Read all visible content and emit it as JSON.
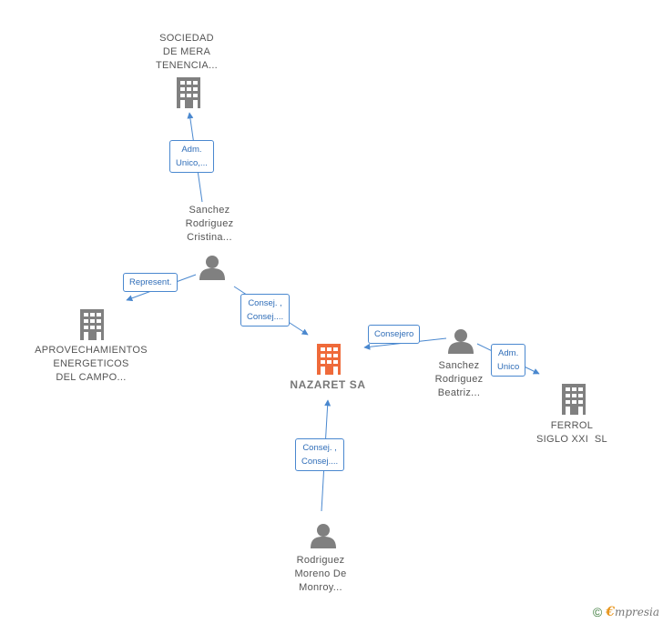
{
  "nodes": {
    "sociedad_mera": {
      "type": "company",
      "lines": [
        "SOCIEDAD",
        "DE MERA",
        "TENENCIA..."
      ]
    },
    "sanchez_cristina": {
      "type": "person",
      "lines": [
        "Sanchez",
        "Rodriguez",
        "Cristina..."
      ]
    },
    "aprovechamientos": {
      "type": "company",
      "lines": [
        "APROVECHAMIENTOS",
        "ENERGETICOS",
        "DEL CAMPO..."
      ]
    },
    "nazaret": {
      "type": "company-main",
      "lines": [
        "NAZARET SA"
      ]
    },
    "sanchez_beatriz": {
      "type": "person",
      "lines": [
        "Sanchez",
        "Rodriguez",
        "Beatriz..."
      ]
    },
    "ferrol": {
      "type": "company",
      "lines": [
        "FERROL",
        "SIGLO XXI  SL"
      ]
    },
    "rodriguez_moreno": {
      "type": "person",
      "lines": [
        "Rodriguez",
        "Moreno De",
        "Monroy..."
      ]
    }
  },
  "edges": {
    "adm_unico_1": {
      "lines": [
        "Adm.",
        "Unico,..."
      ]
    },
    "represent": {
      "lines": [
        "Represent."
      ]
    },
    "consej_1": {
      "lines": [
        "Consej. ,",
        "Consej...."
      ]
    },
    "consejero": {
      "lines": [
        "Consejero"
      ]
    },
    "adm_unico_2": {
      "lines": [
        "Adm.",
        "Unico"
      ]
    },
    "consej_2": {
      "lines": [
        "Consej. ,",
        "Consej...."
      ]
    }
  },
  "colors": {
    "edge": "#4a88cf",
    "company": "#808080",
    "main_company": "#ef6a3a",
    "person": "#808080"
  },
  "footer": {
    "symbol": "©",
    "brand_initial": "€",
    "brand_rest": "mpresia"
  }
}
